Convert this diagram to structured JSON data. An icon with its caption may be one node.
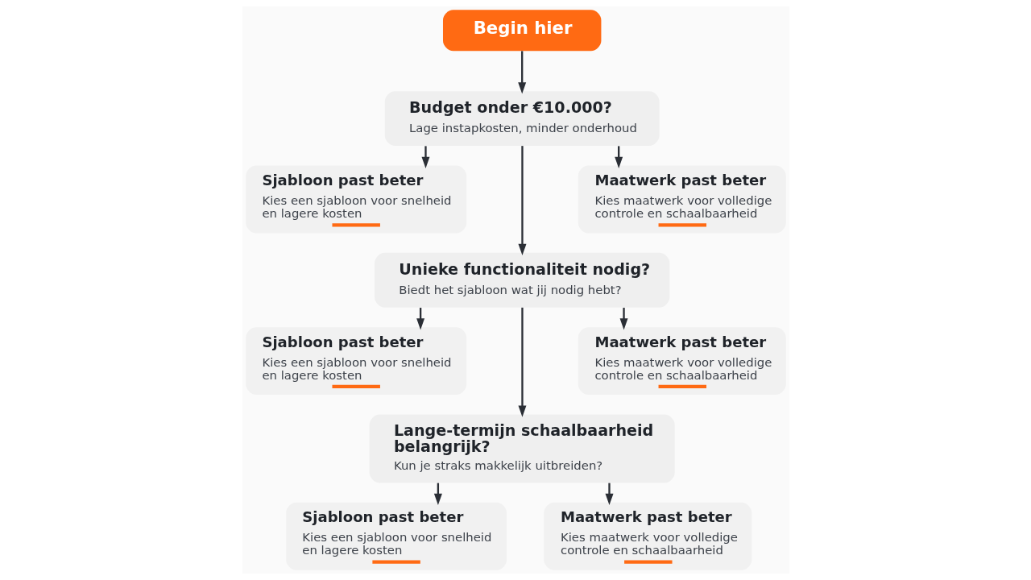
{
  "diagram": {
    "nodes": [
      {
        "text": [
          "Begin hier"
        ]
      },
      {
        "text": [
          "Budget onder €10.000?",
          "Lage instapkosten, minder onderhoud"
        ]
      },
      {
        "text": [
          "Sjabloon past beter",
          "Kies een sjabloon voor snelheid en lagere kosten"
        ]
      },
      {
        "text": [
          "Maatwerk past beter",
          "Kies maatwerk voor volledige controle en schaalbaarheid"
        ]
      },
      {
        "text": [
          "Unieke functionaliteit nodig?",
          "Biedt het sjabloon wat jij nodig hebt?"
        ]
      },
      {
        "text": [
          "Sjabloon past beter",
          "Kies een sjabloon voor snelheid en lagere kosten"
        ]
      },
      {
        "text": [
          "Maatwerk past beter",
          "Kies maatwerk voor volledige controle en schaalbaarheid"
        ]
      },
      {
        "text": [
          "Lange-termijn schaalbaarheid belangrijk?",
          "Kun je straks makkelijk uitbreiden?"
        ]
      },
      {
        "text": [
          "Sjabloon past beter",
          "Kies een sjabloon voor snelheid en lagere kosten"
        ]
      },
      {
        "text": [
          "Maatwerk past beter",
          "Kies maatwerk voor volledige controle en schaalbaarheid"
        ]
      }
    ],
    "edges": [
      {
        "from": 0,
        "to": 1,
        "arrow": "to"
      },
      {
        "from": 1,
        "to": 2,
        "arrow": "to"
      },
      {
        "from": 1,
        "to": 4,
        "arrow": "to"
      },
      {
        "from": 1,
        "to": 3,
        "arrow": "to"
      },
      {
        "from": 4,
        "to": 5,
        "arrow": "to"
      },
      {
        "from": 4,
        "to": 7,
        "arrow": "to"
      },
      {
        "from": 4,
        "to": 6,
        "arrow": "to"
      },
      {
        "from": 7,
        "to": 8,
        "arrow": "to"
      },
      {
        "from": 7,
        "to": 9,
        "arrow": "to"
      }
    ]
  }
}
